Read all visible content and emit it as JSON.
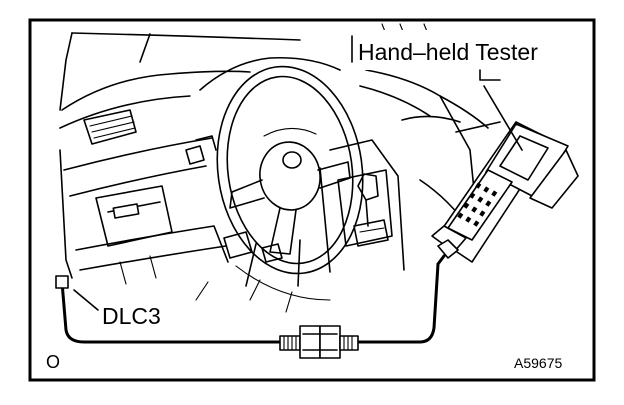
{
  "figure": {
    "labels": {
      "tester": "Hand–held Tester",
      "connector": "DLC3",
      "corner_mark": "O",
      "figure_code": "A59675"
    },
    "colors": {
      "ink": "#000000",
      "background": "#ffffff"
    }
  }
}
